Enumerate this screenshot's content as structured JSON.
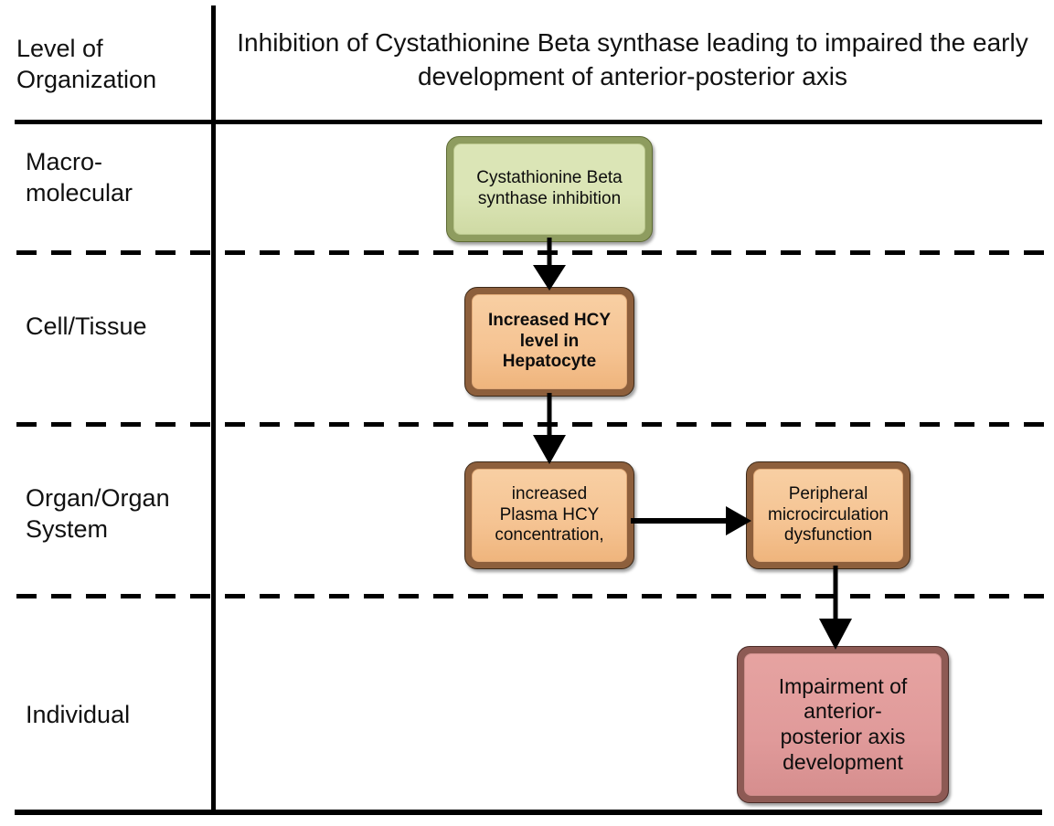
{
  "header": {
    "level_label": "Level of\nOrganization",
    "title": "Inhibition of Cystathionine Beta synthase leading to impaired the early development of anterior-posterior axis"
  },
  "rows": [
    {
      "id": "macromolecular",
      "label": "Macro-\nmolecular"
    },
    {
      "id": "cell-tissue",
      "label": "Cell/Tissue"
    },
    {
      "id": "organ-system",
      "label": "Organ/Organ\nSystem"
    },
    {
      "id": "individual",
      "label": "Individual"
    }
  ],
  "nodes": [
    {
      "id": "cbs-inhibition",
      "label": "Cystathionine Beta\nsynthase inhibition",
      "row": "macromolecular",
      "fill": "#dbe5b6",
      "border": "#8e9c5f"
    },
    {
      "id": "hcy-hepatocyte",
      "label": "Increased HCY\nlevel in\nHepatocyte",
      "row": "cell-tissue",
      "fill": "#f5c392",
      "border": "#8d5f3c"
    },
    {
      "id": "plasma-hcy",
      "label": "increased\nPlasma HCY\nconcentration,",
      "row": "organ-system",
      "fill": "#f5c392",
      "border": "#8d5f3c"
    },
    {
      "id": "microcirculation",
      "label": "Peripheral\nmicrocirculation\ndysfunction",
      "row": "organ-system",
      "fill": "#f5c392",
      "border": "#8d5f3c"
    },
    {
      "id": "ap-axis-impairment",
      "label": "Impairment of\nanterior-\nposterior axis\ndevelopment",
      "row": "individual",
      "fill": "#e09a9a",
      "border": "#8d5a54"
    }
  ],
  "arrows": [
    {
      "id": "cbs-to-hcy",
      "from": "cbs-inhibition",
      "to": "hcy-hepatocyte",
      "direction": "down"
    },
    {
      "id": "hcy-to-plasma",
      "from": "hcy-hepatocyte",
      "to": "plasma-hcy",
      "direction": "down"
    },
    {
      "id": "plasma-to-micro",
      "from": "plasma-hcy",
      "to": "microcirculation",
      "direction": "right"
    },
    {
      "id": "micro-to-axis",
      "from": "microcirculation",
      "to": "ap-axis-impairment",
      "direction": "down"
    }
  ],
  "style": {
    "background": "#ffffff",
    "line_color": "#000000",
    "text_color": "#111111"
  }
}
